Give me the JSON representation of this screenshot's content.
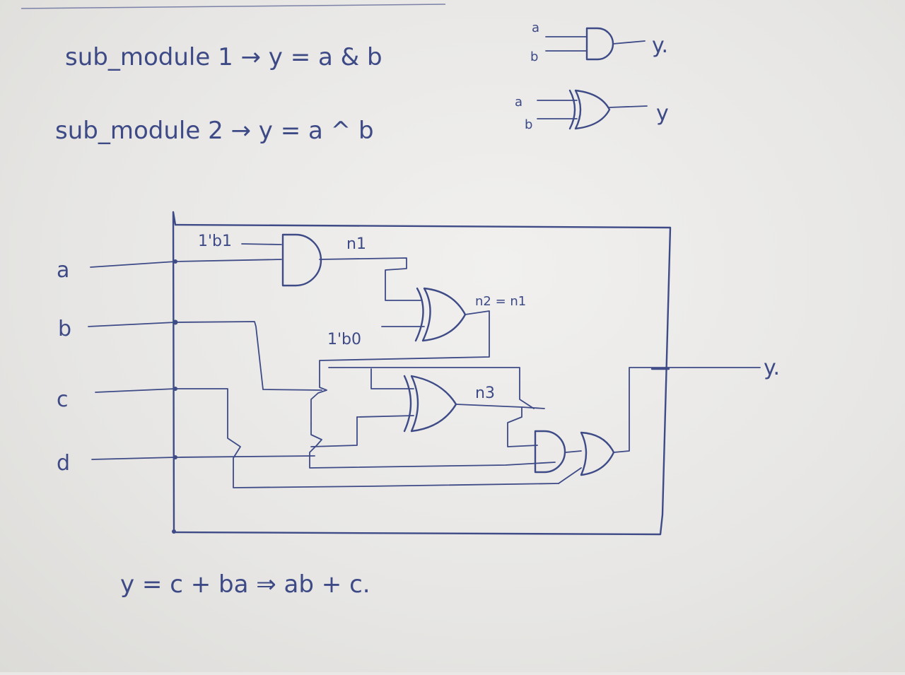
{
  "notes": {
    "line1": "sub_module 1 → y = a & b",
    "line2": "sub_module 2 → y = a ^ b",
    "sym1_in_a": "a",
    "sym1_in_b": "b",
    "sym1_out": "y.",
    "sym2_in_a": "a",
    "sym2_in_b": "b",
    "sym2_out": "y"
  },
  "circuit": {
    "inputs": [
      "a",
      "b",
      "c",
      "d"
    ],
    "const_and": "1'b1",
    "const_xor": "1'b0",
    "net_n1": "n1",
    "net_n2": "n2 = n1",
    "net_n3": "n3",
    "output": "y."
  },
  "result": "y = c + ba ⇒ ab + c."
}
